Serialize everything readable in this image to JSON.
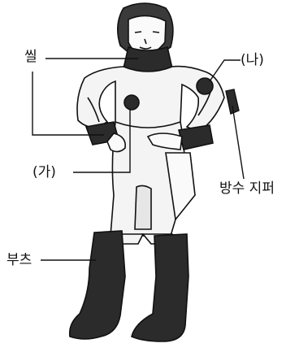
{
  "labels": {
    "seal": "씰",
    "na": "(나)",
    "ga": "(가)",
    "waterproof_zipper": "방수 지퍼",
    "boots": "부츠"
  },
  "colors": {
    "ink": "#111111",
    "dark_fill": "#2b2b2b",
    "suit_fill": "#f4f4f4"
  }
}
